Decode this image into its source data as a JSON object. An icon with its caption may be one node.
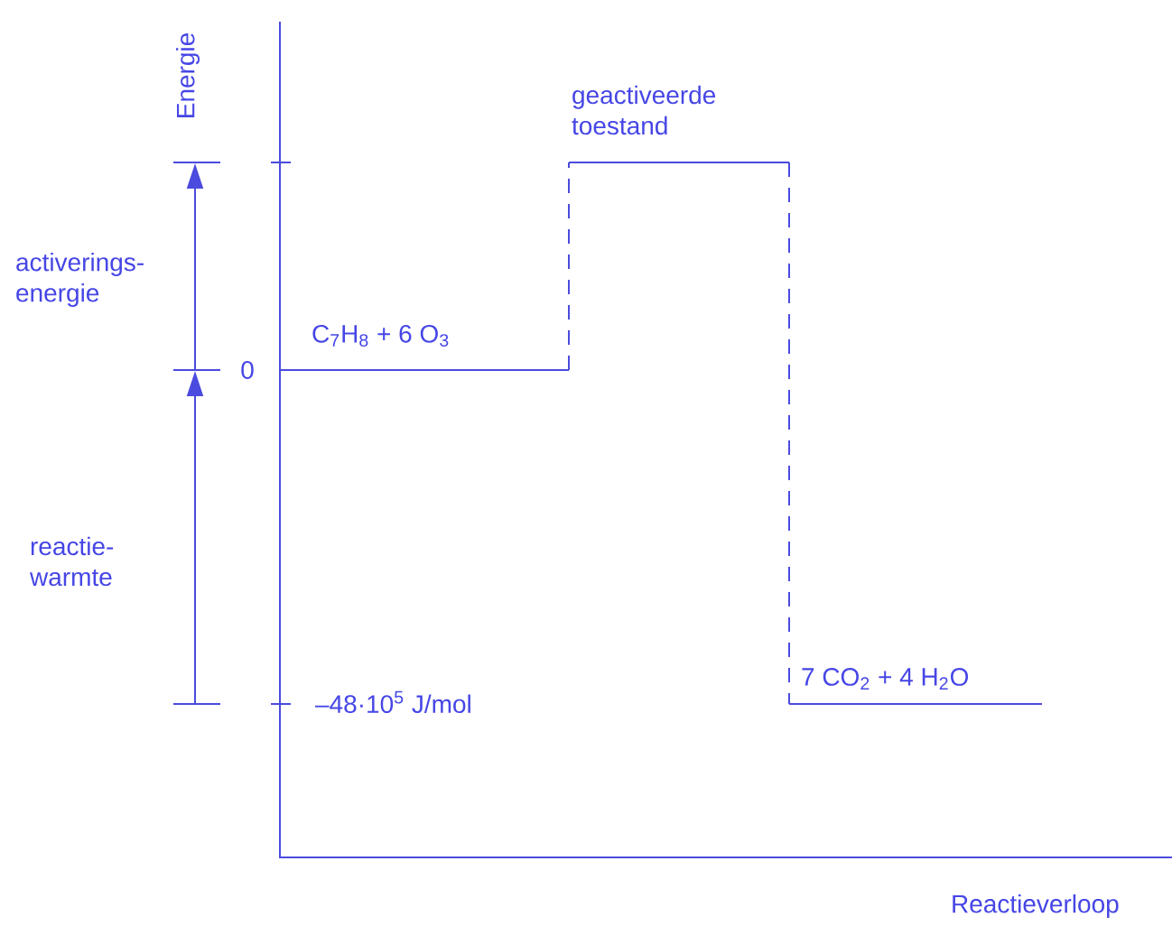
{
  "diagram": {
    "labels": [
      "Energie",
      "geactiveerde toestand",
      "activerings- energie",
      "C$_{7}$H$_{8}$ + 6 O$_{3}$",
      "0",
      "reactie- warmte",
      "–48·10$^{5}$ J/mol",
      "7 CO$_{2}$ + 4 H$_{2}$O",
      "Reactieverloop"
    ]
  }
}
